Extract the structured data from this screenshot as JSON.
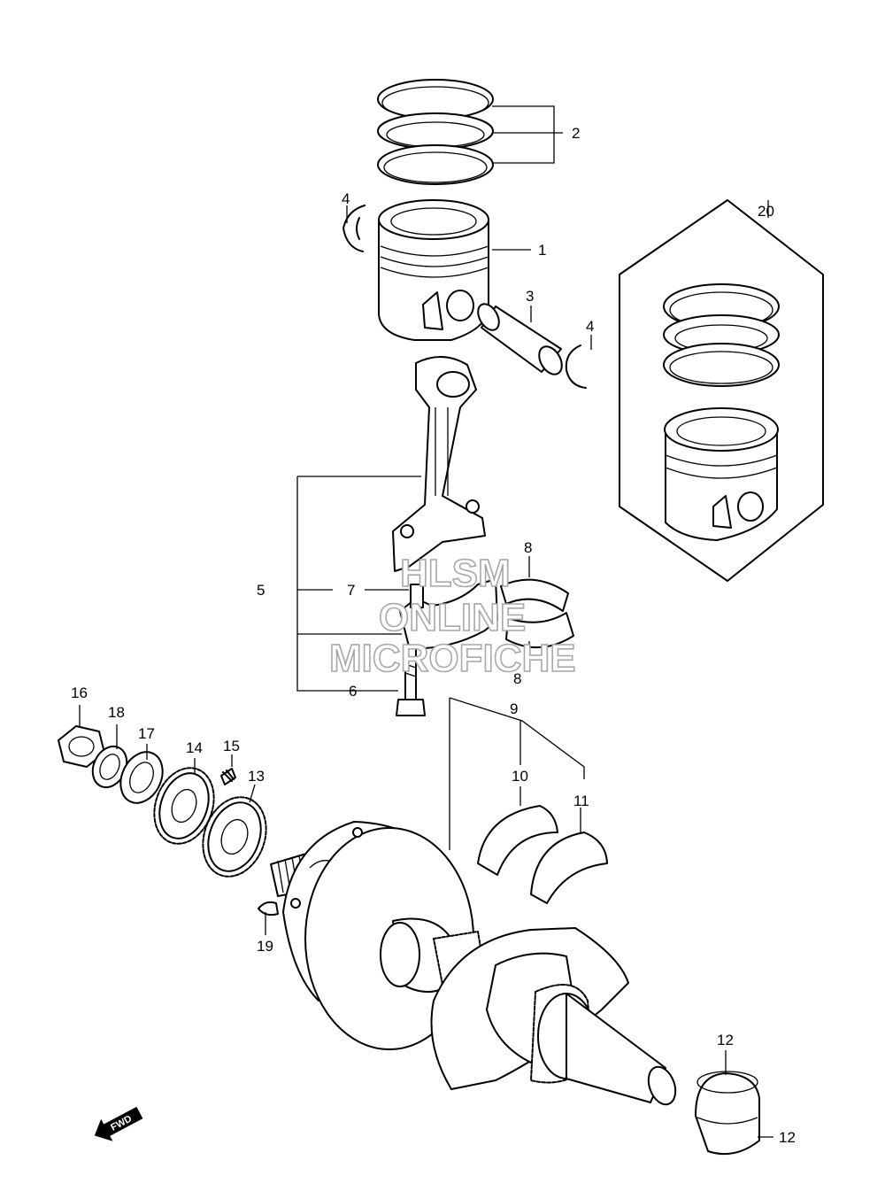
{
  "diagram": {
    "callouts": [
      "1",
      "2",
      "3",
      "4",
      "4",
      "5",
      "6",
      "7",
      "8",
      "8",
      "9",
      "10",
      "11",
      "12",
      "12",
      "13",
      "14",
      "15",
      "16",
      "17",
      "18",
      "19",
      "20"
    ],
    "direction_label": "FWD",
    "watermark": [
      "HLSM",
      "ONLINE",
      "MICROFICHE"
    ]
  }
}
